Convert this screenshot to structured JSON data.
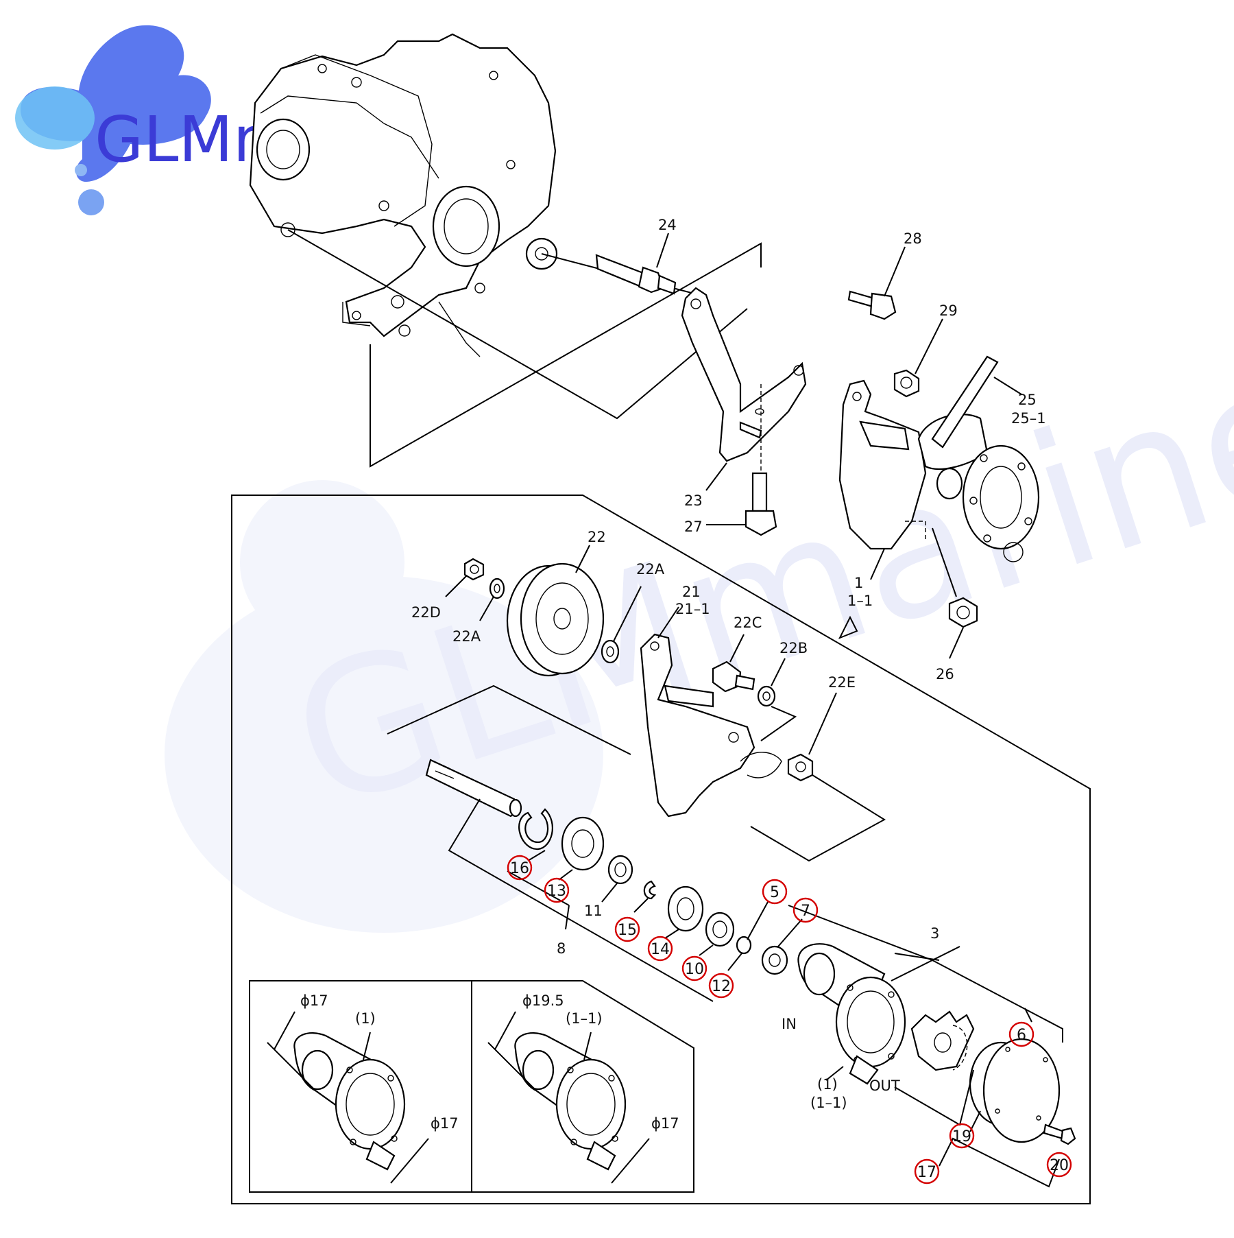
{
  "brand": {
    "logo_text": "GLMmarine",
    "watermark_text": "GLMmarine",
    "accent_color": "#3b3bd6",
    "watermark_color": "#e9ecfa",
    "drop_colors": [
      "#4f7df0",
      "#7b5cf0",
      "#6ec9f5"
    ]
  },
  "callout_color": "#d40000",
  "labels": {
    "p1": "1",
    "p1_1": "1–1",
    "p3": "3",
    "p8": "8",
    "p11": "11",
    "p21": "21",
    "p21_1": "21–1",
    "p22": "22",
    "p22A_top": "22A",
    "p22A_left": "22A",
    "p22B": "22B",
    "p22C": "22C",
    "p22D": "22D",
    "p22E": "22E",
    "p23": "23",
    "p24": "24",
    "p25": "25",
    "p25_1": "25–1",
    "p26": "26",
    "p27": "27",
    "p28": "28",
    "p29": "29",
    "body_a": "(1)",
    "body_b": "(1–1)",
    "port_in": "IN",
    "port_out": "OUT"
  },
  "circled_parts": [
    "16",
    "13",
    "15",
    "14",
    "10",
    "12",
    "5",
    "7",
    "6",
    "19",
    "17",
    "20"
  ],
  "insets": {
    "left": {
      "title": "(1)",
      "dia_top": "ϕ17",
      "dia_side": "ϕ17"
    },
    "right": {
      "title": "(1–1)",
      "dia_top": "ϕ19.5",
      "dia_side": "ϕ17"
    }
  }
}
